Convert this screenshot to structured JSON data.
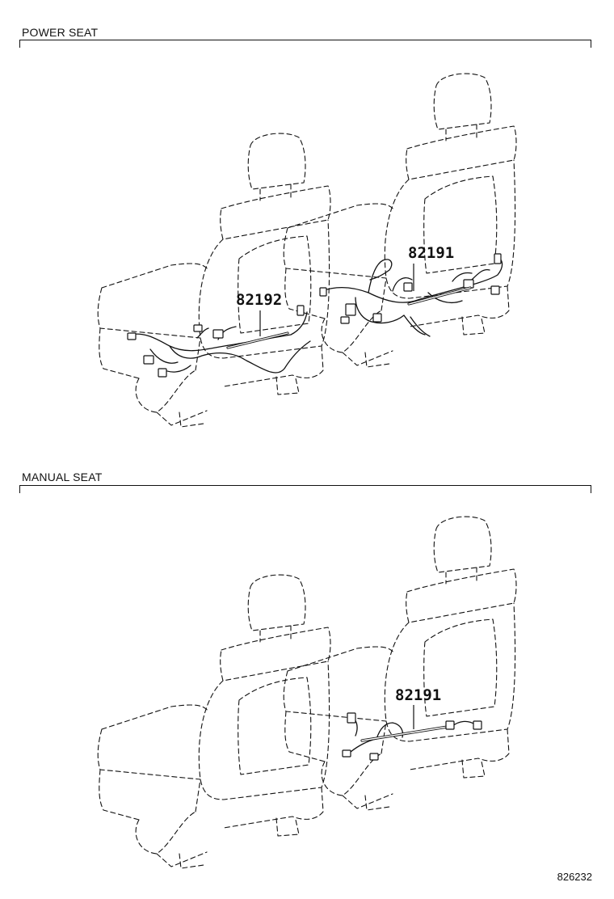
{
  "sections": [
    {
      "title": "POWER SEAT",
      "parts": [
        "82192",
        "82191"
      ]
    },
    {
      "title": "MANUAL SEAT",
      "parts": [
        "82191"
      ]
    }
  ],
  "figure_number": "826232"
}
